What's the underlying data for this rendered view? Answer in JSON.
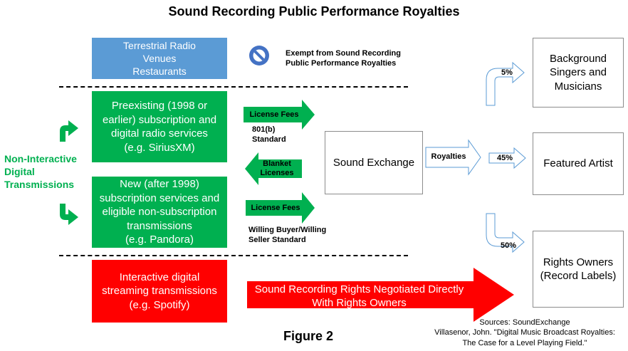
{
  "title": "Sound Recording Public Performance Royalties",
  "exempt_box": "Terrestrial Radio\nVenues\nRestaurants",
  "exempt_label": "Exempt from Sound Recording\nPublic Performance Royalties",
  "side_label": "Non-Interactive\nDigital\nTransmissions",
  "preexisting_box": "Preexisting (1998 or\nearlier) subscription and\ndigital radio services\n(e.g. SiriusXM)",
  "new_box": "New (after 1998)\nsubscription services and\neligible non-subscription\ntransmissions\n(e.g. Pandora)",
  "interactive_box": "Interactive digital\nstreaming transmissions\n(e.g. Spotify)",
  "license_fees_1": "License Fees",
  "standard_1": "801(b)\nStandard",
  "blanket_licenses": "Blanket\nLicenses",
  "license_fees_2": "License Fees",
  "standard_2": "Willing Buyer/Willing\nSeller Standard",
  "negotiated": "Sound Recording Rights Negotiated Directly\nWith Rights Owners",
  "sound_exchange": "Sound Exchange",
  "royalties": "Royalties",
  "pct_background": "5%",
  "pct_featured": "45%",
  "pct_owners": "50%",
  "background_box": "Background\nSingers and\nMusicians",
  "featured_box": "Featured Artist",
  "owners_box": "Rights Owners\n(Record Labels)",
  "figure_label": "Figure 2",
  "sources": "Sources: SoundExchange\nVillasenor, John. \"Digital Music Broadcast Royalties:\nThe Case for a Level Playing Field.\"",
  "colors": {
    "green": "#00b050",
    "blue": "#5b9bd5",
    "red": "#ff0000",
    "exempt_icon": "#4472c4"
  }
}
